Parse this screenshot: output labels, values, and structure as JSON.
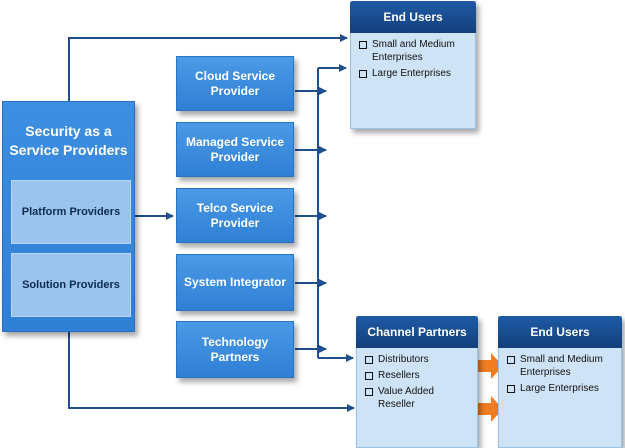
{
  "security_group": {
    "title": "Security as a\nService Providers",
    "items": [
      "Platform Providers",
      "Solution Providers"
    ]
  },
  "providers": [
    "Cloud Service\nProvider",
    "Managed Service\nProvider",
    "Telco Service\nProvider",
    "System Integrator",
    "Technology Partners"
  ],
  "end_users_top": {
    "title": "End Users",
    "items": [
      "Small and Medium Enterprises",
      "Large Enterprises"
    ]
  },
  "channel_partners": {
    "title": "Channel Partners",
    "items": [
      "Distributors",
      "Resellers",
      "Value Added Reseller"
    ]
  },
  "end_users_bottom": {
    "title": "End Users",
    "items": [
      "Small and Medium Enterprises",
      "Large Enterprises"
    ]
  },
  "colors": {
    "box_blue": "#3a8ae0",
    "panel_bg": "#cfe3f7",
    "panel_header": "#1a4f95",
    "line": "#1f4f8f",
    "arrow_orange": "#f07d22"
  }
}
